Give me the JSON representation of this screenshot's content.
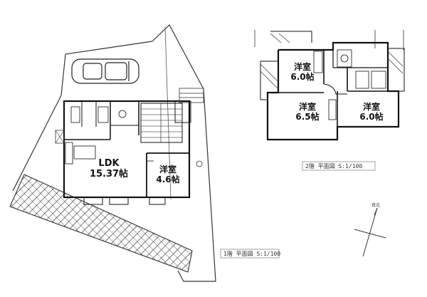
{
  "floor1": {
    "caption": "1階 平面図 S:1/100",
    "rooms": [
      {
        "name": "LDK",
        "size": "15.37帖"
      },
      {
        "name": "洋室",
        "size": "4.6帖"
      }
    ]
  },
  "floor2": {
    "caption": "2階 平面図 S:1/100",
    "rooms": [
      {
        "name": "洋室",
        "size": "6.0帖"
      },
      {
        "name": "洋室",
        "size": "6.5帖"
      },
      {
        "name": "洋室",
        "size": "6.0帖"
      }
    ]
  },
  "compass_label": "真北"
}
